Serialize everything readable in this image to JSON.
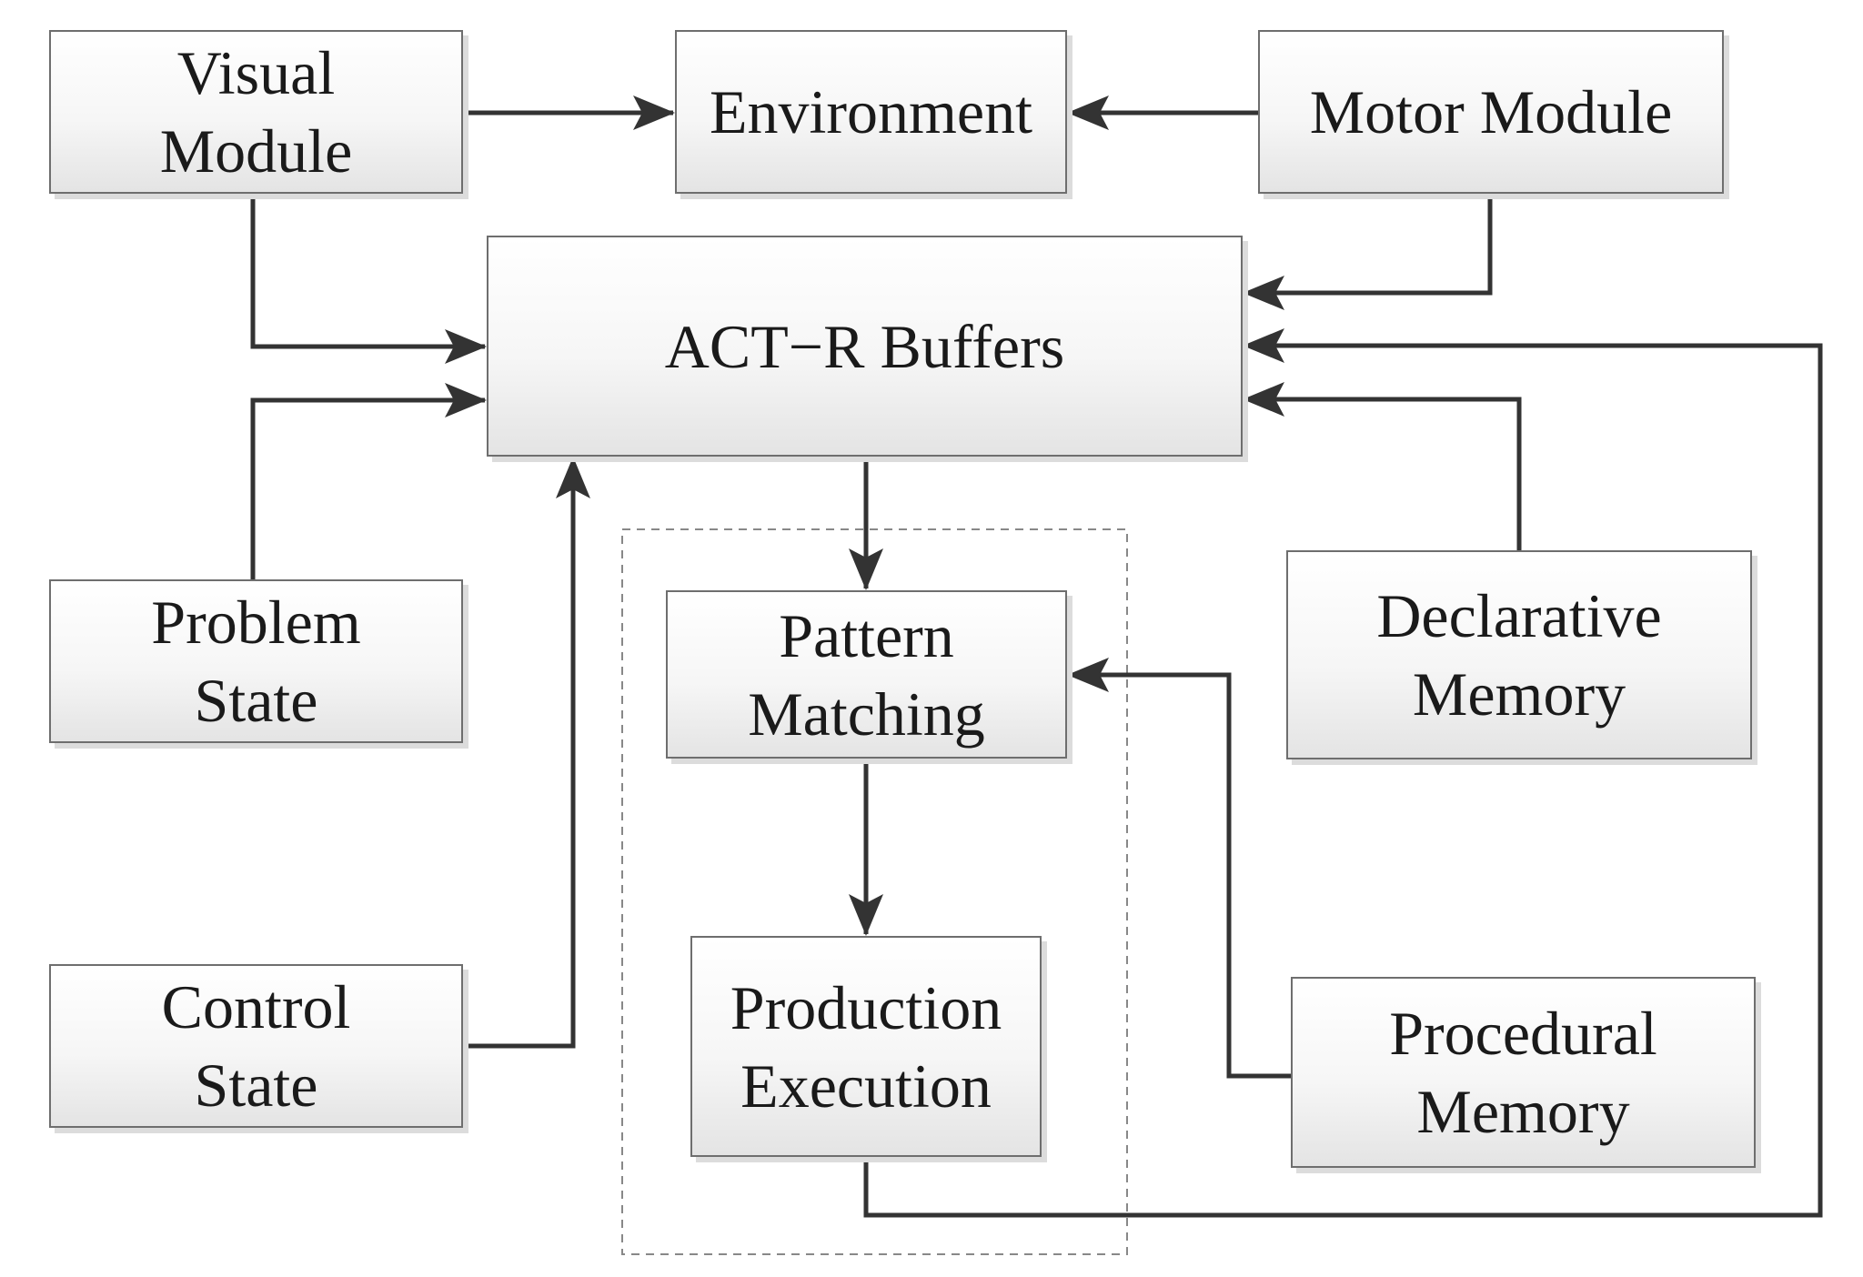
{
  "diagram": {
    "boxes": {
      "visual": {
        "label": "Visual\nModule"
      },
      "env": {
        "label": "Environment"
      },
      "motor": {
        "label": "Motor Module"
      },
      "buffers": {
        "label": "ACT−R Buffers"
      },
      "problem": {
        "label": "Problem\nState"
      },
      "pattern": {
        "label": "Pattern\nMatching"
      },
      "decl": {
        "label": "Declarative\nMemory"
      },
      "control": {
        "label": "Control\nState"
      },
      "prod": {
        "label": "Production\nExecution"
      },
      "proc": {
        "label": "Procedural\nMemory"
      }
    },
    "connections": [
      {
        "from": "Visual Module",
        "to": "Environment"
      },
      {
        "from": "Motor Module",
        "to": "Environment"
      },
      {
        "from": "Visual Module",
        "to": "ACT−R Buffers"
      },
      {
        "from": "Motor Module",
        "to": "ACT−R Buffers"
      },
      {
        "from": "Problem State",
        "to": "ACT−R Buffers"
      },
      {
        "from": "Control State",
        "to": "ACT−R Buffers"
      },
      {
        "from": "Declarative Memory",
        "to": "ACT−R Buffers"
      },
      {
        "from": "Production Execution",
        "to": "ACT−R Buffers"
      },
      {
        "from": "ACT−R Buffers",
        "to": "Pattern Matching"
      },
      {
        "from": "Pattern Matching",
        "to": "Production Execution"
      },
      {
        "from": "Procedural Memory",
        "to": "Pattern Matching"
      }
    ],
    "colors": {
      "line": "#333333",
      "box_border": "#6e6e6e",
      "group_border": "#888888"
    }
  }
}
